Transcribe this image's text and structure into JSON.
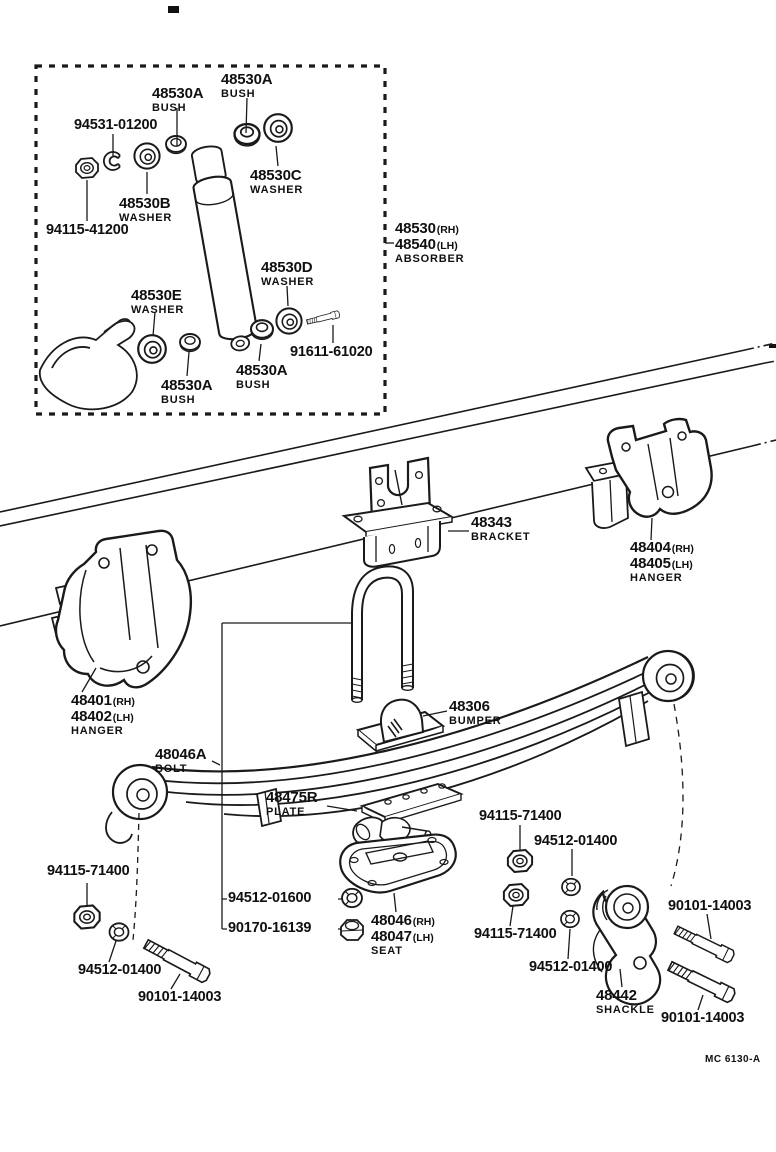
{
  "page": {
    "background": "#ffffff",
    "ink": "#1a1a1a",
    "kind": "parts-catalog-diagram",
    "subject": "rear leaf spring, shock absorber, hangers and shackle exploded view"
  },
  "footer": {
    "doc_code": "MC 6130-A"
  },
  "labels": {
    "bush_top_left": {
      "num": "48530A",
      "desc": "BUSH"
    },
    "bush_top_right": {
      "num": "48530A",
      "desc": "BUSH"
    },
    "ring_94531": {
      "num": "94531-01200"
    },
    "washer_b": {
      "num": "48530B",
      "desc": "WASHER"
    },
    "washer_c": {
      "num": "48530C",
      "desc": "WASHER"
    },
    "nut_94115_41200": {
      "num": "94115-41200"
    },
    "washer_e": {
      "num": "48530E",
      "desc": "WASHER"
    },
    "washer_d": {
      "num": "48530D",
      "desc": "WASHER"
    },
    "bolt_91611": {
      "num": "91611-61020"
    },
    "bush_bottom_left": {
      "num": "48530A",
      "desc": "BUSH"
    },
    "bush_bottom_mid": {
      "num": "48530A",
      "desc": "BUSH"
    },
    "absorber": {
      "num_rh": "48530",
      "rh": "(RH)",
      "num_lh": "48540",
      "lh": "(LH)",
      "desc": "ABSORBER"
    },
    "bracket": {
      "num": "48343",
      "desc": "BRACKET"
    },
    "hanger_rear": {
      "num_rh": "48404",
      "rh": "(RH)",
      "num_lh": "48405",
      "lh": "(LH)",
      "desc": "HANGER"
    },
    "hanger_front": {
      "num_rh": "48401",
      "rh": "(RH)",
      "num_lh": "48402",
      "lh": "(LH)",
      "desc": "HANGER"
    },
    "bumper": {
      "num": "48306",
      "desc": "BUMPER"
    },
    "spring_bolt": {
      "num": "48046A",
      "desc": "BOLT"
    },
    "plate": {
      "num": "48475R",
      "desc": "PLATE"
    },
    "seat": {
      "num_rh": "48046",
      "rh": "(RH)",
      "num_lh": "48047",
      "lh": "(LH)",
      "desc": "SEAT"
    },
    "nut_94512_01600": {
      "num": "94512-01600"
    },
    "nut_90170_16139": {
      "num": "90170-16139"
    },
    "nut_94115_71400_front": {
      "num": "94115-71400"
    },
    "nut_94512_01400_front": {
      "num": "94512-01400"
    },
    "bolt_90101_14003_front": {
      "num": "90101-14003"
    },
    "nut_94115_71400_upper": {
      "num": "94115-71400"
    },
    "nut_94512_01400_upper": {
      "num": "94512-01400"
    },
    "nut_94115_71400_lower": {
      "num": "94115-71400"
    },
    "nut_94512_01400_lower": {
      "num": "94512-01400"
    },
    "bolt_90101_14003_upper": {
      "num": "90101-14003"
    },
    "shackle": {
      "num": "48442",
      "desc": "SHACKLE"
    },
    "bolt_90101_14003_lower": {
      "num": "90101-14003"
    }
  }
}
